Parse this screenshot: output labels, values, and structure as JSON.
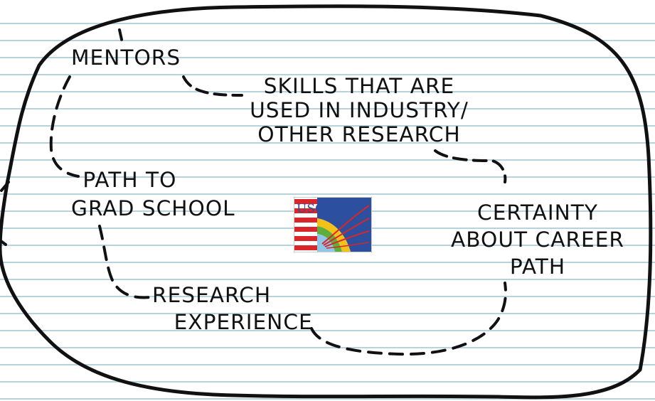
{
  "diagram": {
    "nodes": {
      "mentors": {
        "label": "MENTORS"
      },
      "skills": {
        "lines": [
          "SKILLS THAT ARE",
          "USED IN INDUSTRY/",
          "OTHER RESEARCH"
        ]
      },
      "path_to_grad": {
        "lines": [
          "PATH TO",
          "GRAD SCHOOL"
        ]
      },
      "certainty": {
        "lines": [
          "CERTAINTY",
          "ABOUT CAREER",
          "PATH"
        ]
      },
      "research": {
        "lines": [
          "RESEARCH",
          "EXPERIENCE"
        ]
      }
    },
    "logo": {
      "text": "USCMS",
      "icon": "uscms-logo"
    },
    "colors": {
      "ink": "#111111",
      "ruled_line": "#b9d3dc",
      "logo_red": "#d8262b",
      "logo_blue": "#2c4f9e",
      "logo_yellow": "#f2c21b",
      "logo_green": "#5fae3c"
    }
  }
}
